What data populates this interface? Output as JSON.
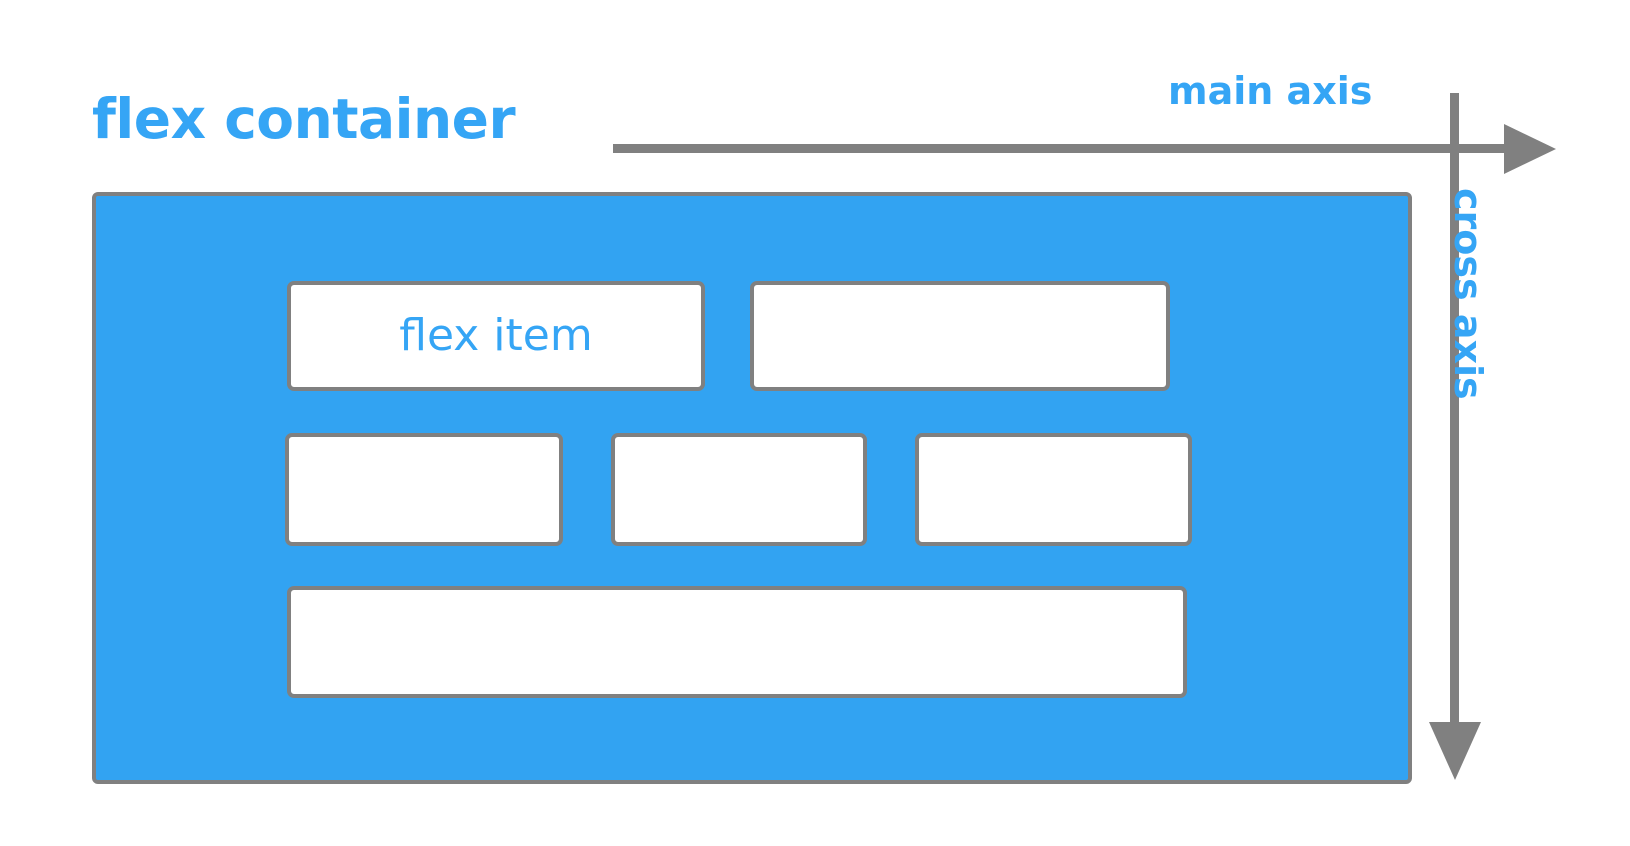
{
  "diagram": {
    "title": "flex container",
    "labels": {
      "flex_container": "flex container",
      "main_axis": "main axis",
      "cross_axis": "cross axis",
      "flex_item": "flex item"
    },
    "colors": {
      "container_fill": "#32a3f2",
      "text_blue": "#35a5f5",
      "stroke_gray": "#808080",
      "item_fill": "#ffffff",
      "background": "#ffffff"
    },
    "axes": [
      {
        "name": "main axis",
        "direction": "horizontal-right",
        "label": "main axis"
      },
      {
        "name": "cross axis",
        "direction": "vertical-down",
        "label": "cross axis"
      }
    ],
    "rows": [
      {
        "name": "row-1",
        "items": [
          {
            "label": "flex item"
          },
          {
            "label": ""
          }
        ]
      },
      {
        "name": "row-2",
        "items": [
          {
            "label": ""
          },
          {
            "label": ""
          },
          {
            "label": ""
          }
        ]
      },
      {
        "name": "row-3",
        "items": [
          {
            "label": ""
          }
        ]
      }
    ]
  }
}
